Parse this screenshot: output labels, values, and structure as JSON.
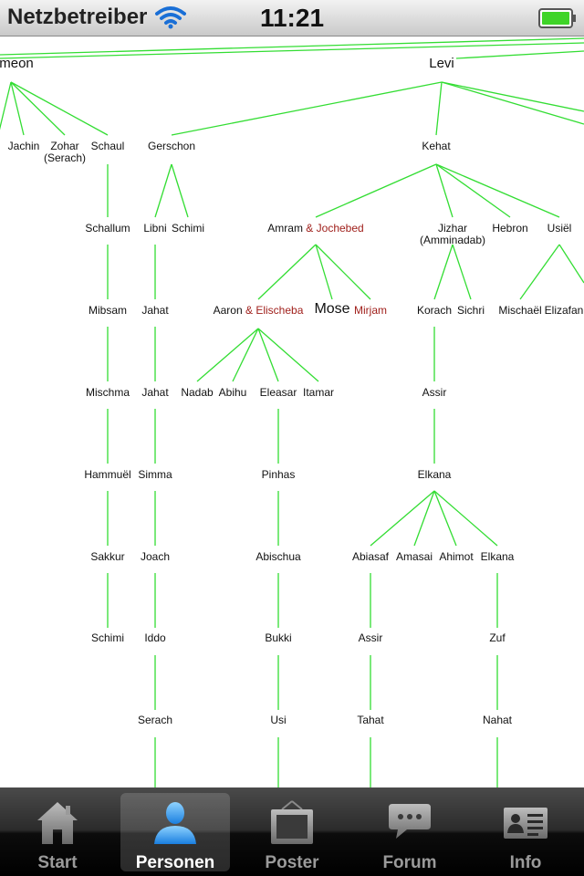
{
  "status": {
    "carrier": "Netzbetreiber",
    "time": "11:21"
  },
  "tree": {
    "line_color": "#33dd33",
    "spouse_color": "#a0201c",
    "nodes": [
      {
        "id": "simeon",
        "label": "meon",
        "size": "big"
      },
      {
        "id": "levi",
        "label": "Levi",
        "size": "big"
      },
      {
        "id": "jachin",
        "label": "Jachin"
      },
      {
        "id": "zohar",
        "label": "Zohar",
        "sub": "(Serach)"
      },
      {
        "id": "schaul",
        "label": "Schaul"
      },
      {
        "id": "gerschon",
        "label": "Gerschon"
      },
      {
        "id": "kehat",
        "label": "Kehat"
      },
      {
        "id": "schallum",
        "label": "Schallum"
      },
      {
        "id": "libni",
        "label": "Libni"
      },
      {
        "id": "schimi1",
        "label": "Schimi"
      },
      {
        "id": "amram",
        "label": "Amram",
        "spouse": "& Jochebed"
      },
      {
        "id": "jizhar",
        "label": "Jizhar",
        "sub": "(Amminadab)"
      },
      {
        "id": "hebron",
        "label": "Hebron"
      },
      {
        "id": "usiel",
        "label": "Usiël"
      },
      {
        "id": "mibsam",
        "label": "Mibsam"
      },
      {
        "id": "jahat1",
        "label": "Jahat"
      },
      {
        "id": "aaron",
        "label": "Aaron",
        "spouse": "& Elischeba"
      },
      {
        "id": "mose",
        "label": "Mose",
        "size": "mid"
      },
      {
        "id": "mirjam",
        "label": "",
        "spouse": "Mirjam"
      },
      {
        "id": "korach",
        "label": "Korach"
      },
      {
        "id": "sichri",
        "label": "Sichri"
      },
      {
        "id": "mischael",
        "label": "Mischaël"
      },
      {
        "id": "elizafan",
        "label": "Elizafan"
      },
      {
        "id": "mischma",
        "label": "Mischma"
      },
      {
        "id": "jahat2",
        "label": "Jahat"
      },
      {
        "id": "nadab",
        "label": "Nadab"
      },
      {
        "id": "abihu",
        "label": "Abihu"
      },
      {
        "id": "eleasar",
        "label": "Eleasar"
      },
      {
        "id": "itamar",
        "label": "Itamar"
      },
      {
        "id": "assir1",
        "label": "Assir"
      },
      {
        "id": "hammuel",
        "label": "Hammuël"
      },
      {
        "id": "simma",
        "label": "Simma"
      },
      {
        "id": "pinhas",
        "label": "Pinhas"
      },
      {
        "id": "elkana1",
        "label": "Elkana"
      },
      {
        "id": "sakkur",
        "label": "Sakkur"
      },
      {
        "id": "joach",
        "label": "Joach"
      },
      {
        "id": "abischua",
        "label": "Abischua"
      },
      {
        "id": "abiasaf",
        "label": "Abiasaf"
      },
      {
        "id": "amasai",
        "label": "Amasai"
      },
      {
        "id": "ahimot",
        "label": "Ahimot"
      },
      {
        "id": "elkana2",
        "label": "Elkana"
      },
      {
        "id": "schimi2",
        "label": "Schimi"
      },
      {
        "id": "iddo",
        "label": "Iddo"
      },
      {
        "id": "bukki",
        "label": "Bukki"
      },
      {
        "id": "assir2",
        "label": "Assir"
      },
      {
        "id": "zuf",
        "label": "Zuf"
      },
      {
        "id": "serach",
        "label": "Serach"
      },
      {
        "id": "usi",
        "label": "Usi"
      },
      {
        "id": "tahat",
        "label": "Tahat"
      },
      {
        "id": "nahat",
        "label": "Nahat"
      }
    ]
  },
  "tabs": [
    {
      "id": "start",
      "label": "Start",
      "icon": "house-icon",
      "active": false
    },
    {
      "id": "personen",
      "label": "Personen",
      "icon": "person-icon",
      "active": true
    },
    {
      "id": "poster",
      "label": "Poster",
      "icon": "poster-icon",
      "active": false
    },
    {
      "id": "forum",
      "label": "Forum",
      "icon": "speech-bubble-icon",
      "active": false
    },
    {
      "id": "info",
      "label": "Info",
      "icon": "contact-card-icon",
      "active": false
    }
  ]
}
